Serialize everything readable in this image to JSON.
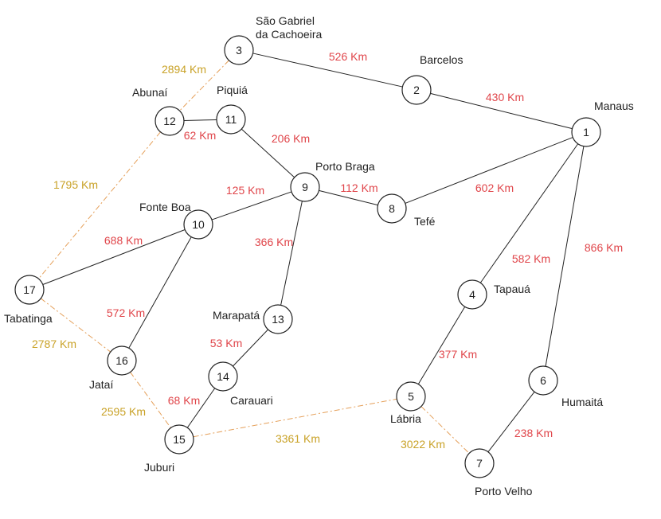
{
  "colors": {
    "node_stroke": "#222222",
    "road_line": "#222222",
    "road_label": "#e0454a",
    "alt_line": "#e5a05a",
    "alt_label": "#c9a227"
  },
  "nodes": [
    {
      "id": "1",
      "city": "Manaus"
    },
    {
      "id": "2",
      "city": "Barcelos"
    },
    {
      "id": "3",
      "city_lines": [
        "São Gabriel",
        "da Cachoeira"
      ]
    },
    {
      "id": "4",
      "city": "Tapauá"
    },
    {
      "id": "5",
      "city": "Lábria"
    },
    {
      "id": "6",
      "city": "Humaitá"
    },
    {
      "id": "7",
      "city": "Porto Velho"
    },
    {
      "id": "8",
      "city": "Tefé"
    },
    {
      "id": "9",
      "city": "Porto Braga"
    },
    {
      "id": "10",
      "city": "Fonte Boa"
    },
    {
      "id": "11",
      "city": "Piquiá"
    },
    {
      "id": "12",
      "city": "Abunaí"
    },
    {
      "id": "13",
      "city": "Marapatá"
    },
    {
      "id": "14",
      "city": "Carauari"
    },
    {
      "id": "15",
      "city": "Juburi"
    },
    {
      "id": "16",
      "city": "Jataí"
    },
    {
      "id": "17",
      "city": "Tabatinga"
    }
  ],
  "edges": [
    {
      "from": "3",
      "to": "2",
      "distance": "526 Km",
      "style": "solid"
    },
    {
      "from": "2",
      "to": "1",
      "distance": "430 Km",
      "style": "solid"
    },
    {
      "from": "12",
      "to": "11",
      "distance": "62 Km",
      "style": "solid"
    },
    {
      "from": "11",
      "to": "9",
      "distance": "206 Km",
      "style": "solid"
    },
    {
      "from": "9",
      "to": "8",
      "distance": "112 Km",
      "style": "solid"
    },
    {
      "from": "8",
      "to": "1",
      "distance": "602 Km",
      "style": "solid"
    },
    {
      "from": "10",
      "to": "9",
      "distance": "125 Km",
      "style": "solid"
    },
    {
      "from": "9",
      "to": "13",
      "distance": "366 Km",
      "style": "solid"
    },
    {
      "from": "17",
      "to": "10",
      "distance": "688 Km",
      "style": "solid"
    },
    {
      "from": "10",
      "to": "16",
      "distance": "572 Km",
      "style": "solid"
    },
    {
      "from": "13",
      "to": "14",
      "distance": "53 Km",
      "style": "solid"
    },
    {
      "from": "14",
      "to": "15",
      "distance": "68 Km",
      "style": "solid"
    },
    {
      "from": "1",
      "to": "4",
      "distance": "582 Km",
      "style": "solid"
    },
    {
      "from": "1",
      "to": "6",
      "distance": "866 Km",
      "style": "solid"
    },
    {
      "from": "4",
      "to": "5",
      "distance": "377 Km",
      "style": "solid"
    },
    {
      "from": "6",
      "to": "7",
      "distance": "238 Km",
      "style": "solid"
    },
    {
      "from": "3",
      "to": "12",
      "distance": "2894 Km",
      "style": "dashed"
    },
    {
      "from": "12",
      "to": "17",
      "distance": "1795 Km",
      "style": "dashed"
    },
    {
      "from": "17",
      "to": "16",
      "distance": "2787 Km",
      "style": "dashed"
    },
    {
      "from": "16",
      "to": "15",
      "distance": "2595 Km",
      "style": "dashed"
    },
    {
      "from": "15",
      "to": "5",
      "distance": "3361 Km",
      "style": "dashed"
    },
    {
      "from": "5",
      "to": "7",
      "distance": "3022 Km",
      "style": "dashed"
    }
  ]
}
